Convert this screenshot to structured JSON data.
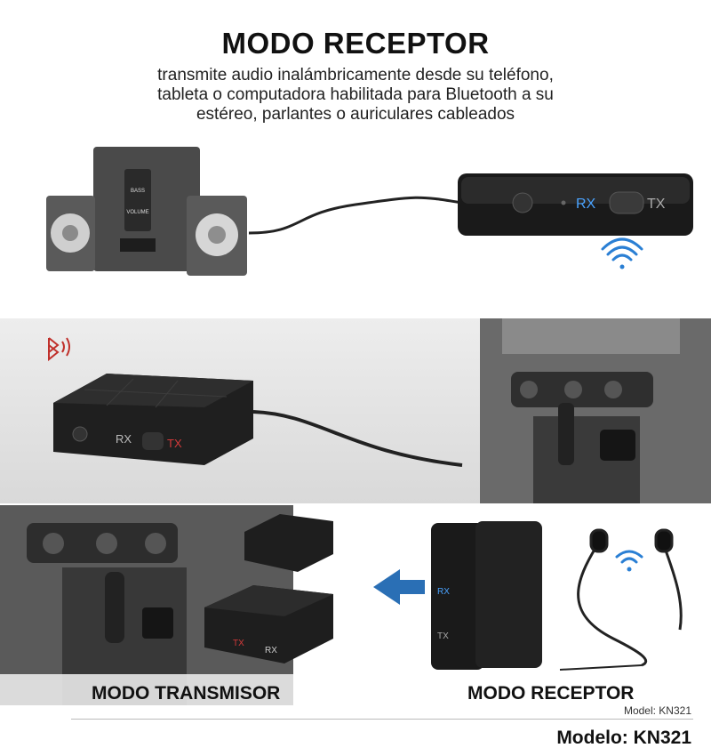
{
  "header": {
    "title": "MODO RECEPTOR",
    "subtitle": "transmite audio inalámbricamente desde su teléfono, tableta o computadora habilitada para Bluetooth a su estéreo, parlantes o auriculares cableados"
  },
  "device": {
    "rx_label": "RX",
    "tx_label": "TX",
    "speaker_labels": [
      "BASS",
      "VOLUME"
    ]
  },
  "bottom": {
    "transmitter_label": "MODO TRANSMISOR",
    "receiver_label": "MODO RECEPTOR",
    "model_small": "Model: KN321",
    "model_big": "Modelo: KN321"
  },
  "colors": {
    "accent_blue": "#2a7fd4",
    "bluetooth_red": "#c0302b",
    "device_black": "#1a1a1a"
  }
}
